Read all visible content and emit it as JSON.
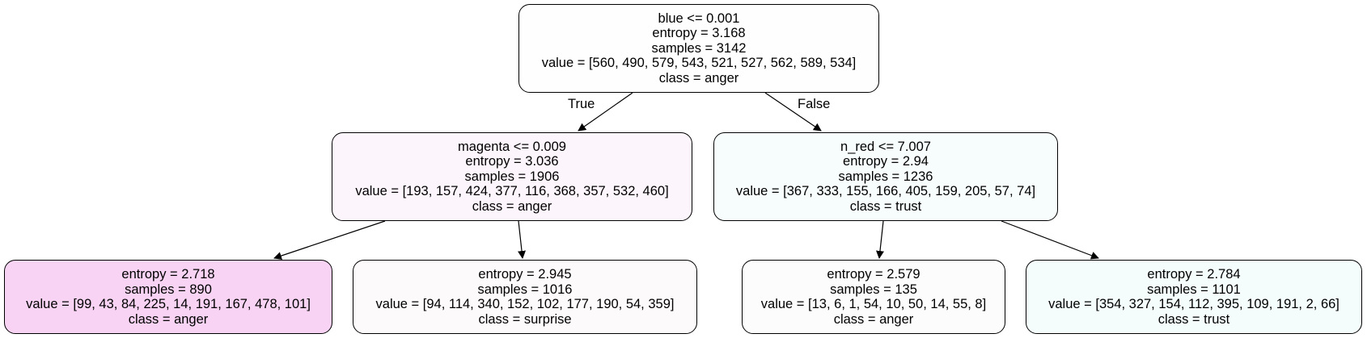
{
  "tree": {
    "nodes": [
      {
        "id": "n0",
        "lines": [
          "blue <= 0.001",
          "entropy = 3.168",
          "samples = 3142",
          "value = [560, 490, 579, 543, 521, 527, 562, 589, 534]",
          "class = anger"
        ],
        "fill": "#fffeff"
      },
      {
        "id": "n1",
        "lines": [
          "magenta <= 0.009",
          "entropy = 3.036",
          "samples = 1906",
          "value = [193, 157, 424, 377, 116, 368, 357, 532, 460]",
          "class = anger"
        ],
        "fill": "#fdf5fc"
      },
      {
        "id": "n2",
        "lines": [
          "n_red <= 7.007",
          "entropy = 2.94",
          "samples = 1236",
          "value = [367, 333, 155, 166, 405, 159, 205, 57, 74]",
          "class = trust"
        ],
        "fill": "#f7fcfc"
      },
      {
        "id": "n3",
        "lines": [
          "entropy = 2.718",
          "samples = 890",
          "value = [99, 43, 84, 225, 14, 191, 167, 478, 101]",
          "class = anger"
        ],
        "fill": "#f8d3f3"
      },
      {
        "id": "n4",
        "lines": [
          "entropy = 2.945",
          "samples = 1016",
          "value = [94, 114, 340, 152, 102, 177, 190, 54, 359]",
          "class = surprise"
        ],
        "fill": "#fdfafc"
      },
      {
        "id": "n5",
        "lines": [
          "entropy = 2.579",
          "samples = 135",
          "value = [13, 6, 1, 54, 10, 50, 14, 55, 8]",
          "class = anger"
        ],
        "fill": "#fcfcfc"
      },
      {
        "id": "n6",
        "lines": [
          "entropy = 2.784",
          "samples = 1101",
          "value = [354, 327, 154, 112, 395, 109, 191, 2, 66]",
          "class = trust"
        ],
        "fill": "#f5fcfc"
      }
    ],
    "edges": [
      {
        "from": "n0",
        "to": "n1",
        "label": "True"
      },
      {
        "from": "n0",
        "to": "n2",
        "label": "False"
      },
      {
        "from": "n1",
        "to": "n3",
        "label": ""
      },
      {
        "from": "n1",
        "to": "n4",
        "label": ""
      },
      {
        "from": "n2",
        "to": "n5",
        "label": ""
      },
      {
        "from": "n2",
        "to": "n6",
        "label": ""
      }
    ]
  }
}
